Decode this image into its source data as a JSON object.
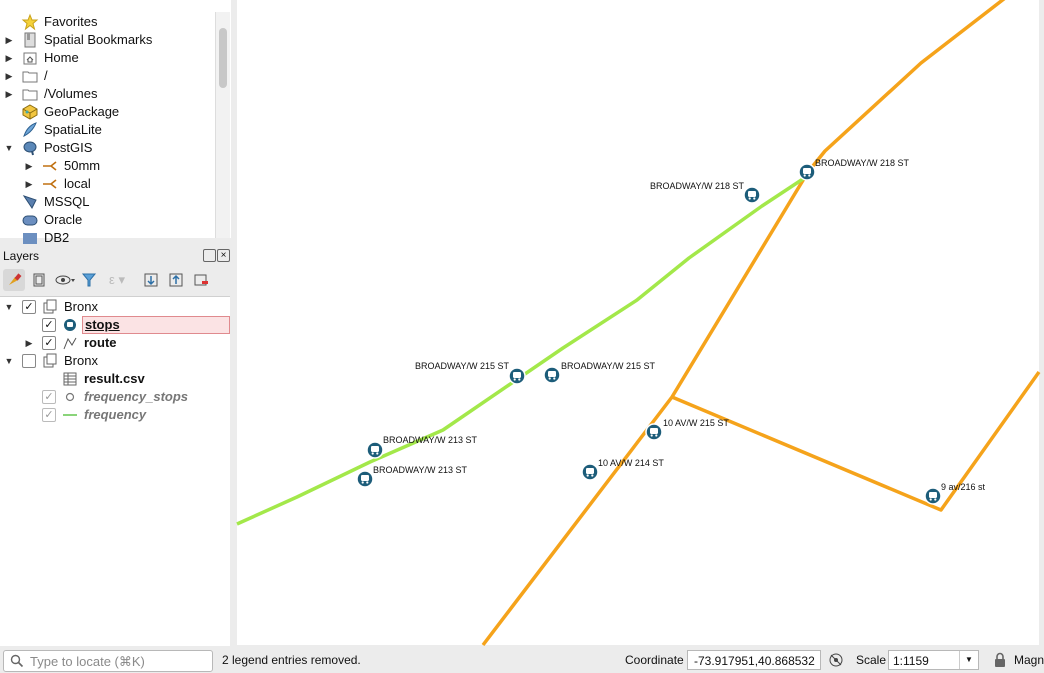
{
  "browser": {
    "items": [
      {
        "label": "Favorites",
        "icon": "star-icon",
        "arrow": "none",
        "indent": 0
      },
      {
        "label": "Spatial Bookmarks",
        "icon": "bookmark-icon",
        "arrow": "right",
        "indent": 0
      },
      {
        "label": "Home",
        "icon": "home-folder-icon",
        "arrow": "right",
        "indent": 0
      },
      {
        "label": "/",
        "icon": "folder-icon",
        "arrow": "right",
        "indent": 0
      },
      {
        "label": "/Volumes",
        "icon": "folder-icon",
        "arrow": "right",
        "indent": 0
      },
      {
        "label": "GeoPackage",
        "icon": "geopackage-icon",
        "arrow": "none",
        "indent": 0
      },
      {
        "label": "SpatiaLite",
        "icon": "spatialite-icon",
        "arrow": "none",
        "indent": 0
      },
      {
        "label": "PostGIS",
        "icon": "postgis-elephant-icon",
        "arrow": "down",
        "indent": 0
      },
      {
        "label": "50mm",
        "icon": "connection-icon",
        "arrow": "right",
        "indent": 1
      },
      {
        "label": "local",
        "icon": "connection-icon",
        "arrow": "right",
        "indent": 1
      },
      {
        "label": "MSSQL",
        "icon": "mssql-icon",
        "arrow": "none",
        "indent": 0
      },
      {
        "label": "Oracle",
        "icon": "oracle-icon",
        "arrow": "none",
        "indent": 0
      },
      {
        "label": "DB2",
        "icon": "db2-icon",
        "arrow": "none",
        "indent": 0
      }
    ]
  },
  "layers_panel": {
    "title": "Layers",
    "tree": [
      {
        "label": "Bronx",
        "type": "group",
        "checked": true,
        "arrow": "down",
        "indent": 0,
        "style": "normal"
      },
      {
        "label": "stops",
        "type": "point-layer",
        "checked": true,
        "arrow": "none",
        "indent": 1,
        "style": "selected"
      },
      {
        "label": "route",
        "type": "line-layer",
        "checked": true,
        "arrow": "right",
        "indent": 1,
        "style": "bold"
      },
      {
        "label": "Bronx",
        "type": "group",
        "checked": false,
        "arrow": "down",
        "indent": 0,
        "style": "normal"
      },
      {
        "label": "result.csv",
        "type": "table-layer",
        "checked": null,
        "arrow": "none",
        "indent": 1,
        "style": "bold"
      },
      {
        "label": "frequency_stops",
        "type": "point-layer-dim",
        "checked": true,
        "arrow": "none",
        "indent": 1,
        "style": "italic"
      },
      {
        "label": "frequency",
        "type": "line-layer-dim",
        "checked": true,
        "arrow": "none",
        "indent": 1,
        "style": "italic"
      }
    ]
  },
  "map": {
    "labels": [
      "BROADWAY/W 218 ST",
      "BROADWAY/W 218 ST",
      "BROADWAY/W 215 ST",
      "BROADWAY/W 215 ST",
      "BROADWAY/W 213 ST",
      "BROADWAY/W 213 ST",
      "10 AV/W 215 ST",
      "10 AV/W 214 ST",
      "9 av/216 st"
    ],
    "colors": {
      "route_orange": "#f5a31b",
      "route_green": "#a3e84a",
      "stop_marker": "#1d5d7a"
    }
  },
  "status": {
    "locate_placeholder": "Type to locate (⌘K)",
    "message": "2 legend entries removed.",
    "coordinate_label": "Coordinate",
    "coordinate_value": "-73.917951,40.868532",
    "scale_label": "Scale",
    "scale_value": "1:1159",
    "magnifier_label": "Magn"
  }
}
